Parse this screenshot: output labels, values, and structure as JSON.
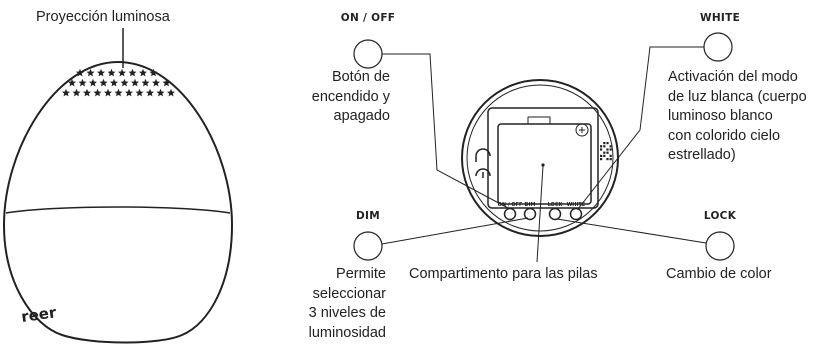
{
  "projection_label": "Proyección luminosa",
  "brand_logo": "reer",
  "callouts": {
    "on_off": {
      "title": "ON / OFF",
      "description": [
        "Botón de",
        "encendido y",
        "apagado"
      ]
    },
    "white": {
      "title": "WHITE",
      "description": [
        "Activación del modo",
        "de luz blanca (cuerpo",
        "luminoso blanco",
        "con colorido cielo",
        "estrellado)"
      ]
    },
    "dim": {
      "title": "DIM",
      "description": [
        "Permite",
        "seleccionar",
        "3 niveles de",
        "luminosidad"
      ]
    },
    "lock": {
      "title": "LOCK",
      "description": [
        "Cambio de color"
      ]
    },
    "battery": {
      "description": "Compartimento para las pilas"
    }
  },
  "panel_button_labels": {
    "on_off": "ON / OFF",
    "dim": "DIM",
    "lock": "LOCK",
    "white": "WHITE"
  },
  "colors": {
    "line": "#222222",
    "background": "#ffffff"
  }
}
